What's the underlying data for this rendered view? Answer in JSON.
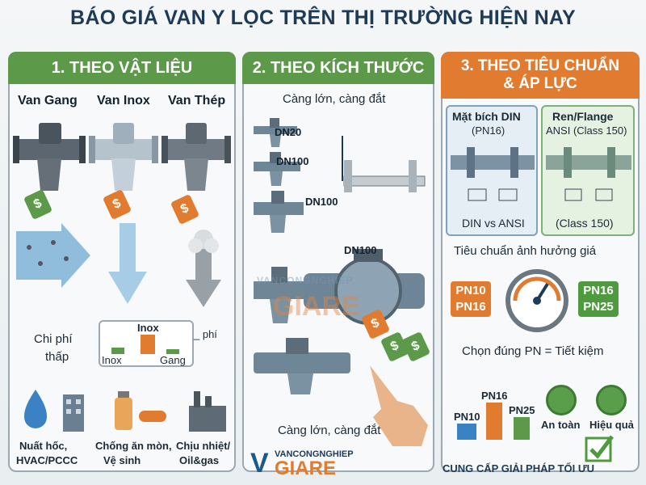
{
  "title": "BÁO GIÁ VAN Y LỌC TRÊN THỊ TRƯỜNG HIỆN NAY",
  "panel1": {
    "header": "1. THEO VẬT LIỆU",
    "materials": [
      "Van Gang",
      "Van Inox",
      "Van Thép"
    ],
    "cost_label_line1": "Chi phí",
    "cost_label_line2": "thấp",
    "bar_chart": {
      "label_top": "Inox",
      "label_left": "Inox",
      "label_right": "Gang",
      "side_note": "_ phí"
    },
    "apps": [
      {
        "line1": "Nuất hốc,",
        "line2": "HVAC/PCCC"
      },
      {
        "line1": "Chống ăn mòn,",
        "line2": "Vệ sinh"
      },
      {
        "line1": "Chịu nhiệt/",
        "line2": "Oil&gas"
      }
    ]
  },
  "panel2": {
    "header": "2. THEO KÍCH THƯỚC",
    "top_caption": "Càng lớn, càng đắt",
    "sizes": [
      "DN20",
      "DN100",
      "DN100",
      "DN100"
    ],
    "bottom_caption": "Càng lớn, càng đắt"
  },
  "panel3": {
    "header_line1": "3. THEO TIÊU CHUẨN",
    "header_line2": "& ÁP LỰC",
    "din_title": "Mặt bích DIN",
    "din_sub": "(PN16)",
    "din_vs": "DIN vs ANSI",
    "ansi_title": "Ren/Flange",
    "ansi_sub": "ANSI (Class 150)",
    "ansi_bottom": "(Class 150)",
    "standard_note": "Tiêu chuẩn ảnh hưởng giá",
    "pn_left": [
      "PN10",
      "PN16"
    ],
    "pn_right": [
      "PN16",
      "PN25"
    ],
    "choose_note": "Chọn đúng PN = Tiết kiệm",
    "bars": [
      "PN10",
      "PN16",
      "PN25"
    ],
    "safe": "An toàn",
    "effective": "Hiệu quả"
  },
  "watermark": {
    "line1": "VANCONGNGHIEP",
    "line2": "GIARE"
  },
  "logo": {
    "top": "VANCONGNGHIEP",
    "bottom": "GIARE"
  },
  "footer": "CUNG CẤP GIẢI PHÁP TỐI ƯU",
  "colors": {
    "green": "#5c9a4a",
    "orange": "#e07b2f",
    "navy": "#1d3a57",
    "steel": "#8fa3b1"
  }
}
